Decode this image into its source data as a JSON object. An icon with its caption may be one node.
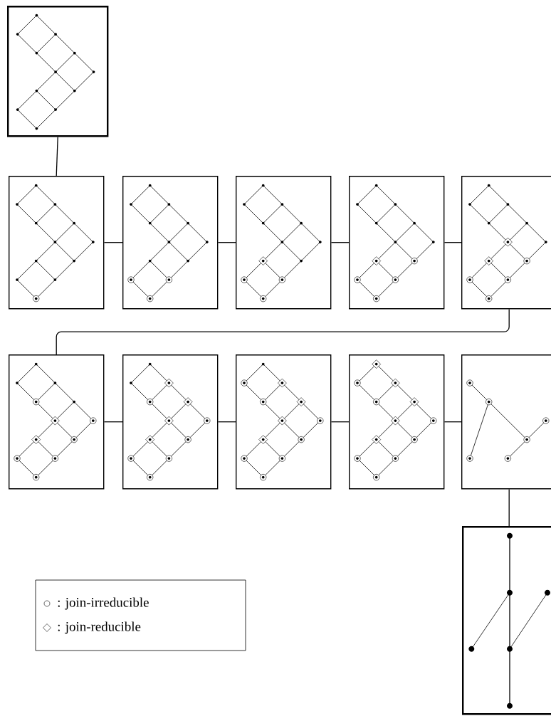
{
  "diagram": {
    "nodes": [
      {
        "text": [],
        "shape": "picture"
      },
      {
        "text": [],
        "shape": "picture"
      },
      {
        "text": [],
        "shape": "picture"
      },
      {
        "text": [],
        "shape": "picture"
      },
      {
        "text": [],
        "shape": "picture"
      },
      {
        "text": [],
        "shape": "picture"
      },
      {
        "text": [],
        "shape": "picture"
      },
      {
        "text": [],
        "shape": "picture"
      },
      {
        "text": [],
        "shape": "picture"
      },
      {
        "text": [],
        "shape": "picture"
      },
      {
        "text": [],
        "shape": "picture"
      },
      {
        "text": [],
        "shape": "picture"
      }
    ],
    "edges": [
      {
        "from": 0,
        "to": 1,
        "arrow": "none"
      },
      {
        "from": 1,
        "to": 2,
        "arrow": "none"
      },
      {
        "from": 2,
        "to": 3,
        "arrow": "none"
      },
      {
        "from": 3,
        "to": 4,
        "arrow": "none"
      },
      {
        "from": 4,
        "to": 5,
        "arrow": "none"
      },
      {
        "from": 5,
        "to": 6,
        "arrow": "none"
      },
      {
        "from": 6,
        "to": 7,
        "arrow": "none"
      },
      {
        "from": 7,
        "to": 8,
        "arrow": "none"
      },
      {
        "from": 8,
        "to": 9,
        "arrow": "none"
      },
      {
        "from": 9,
        "to": 10,
        "arrow": "none"
      },
      {
        "from": 10,
        "to": 11,
        "arrow": "none"
      }
    ],
    "legend": [
      {
        "text": ": join-irreducible"
      },
      {
        "text": ": join-reducible"
      }
    ]
  }
}
